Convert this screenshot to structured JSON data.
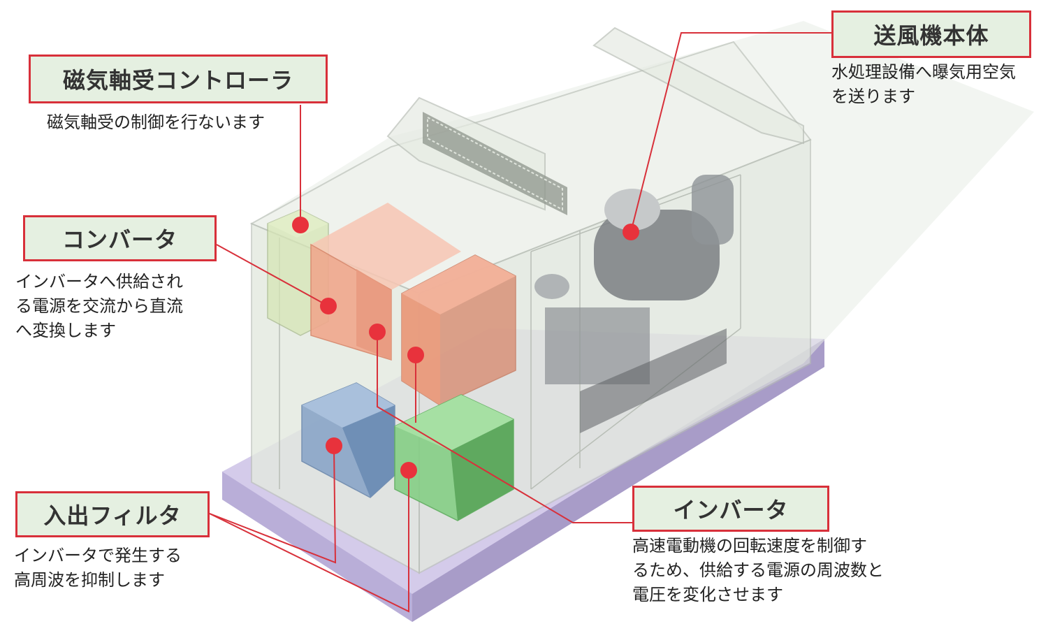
{
  "colors": {
    "accent": "#d8303a",
    "label_background": "#e5f0e1",
    "converter": "#f2a07f",
    "inverter_blue": "#7f9fc4",
    "inverter_green": "#7fcf7f",
    "controller": "#d6e6b5",
    "base_plate": "#c8bfe0"
  },
  "labels": {
    "controller": {
      "title": "磁気軸受コントローラ",
      "desc": [
        "磁気軸受の制御を行ないます"
      ]
    },
    "blower": {
      "title": "送風機本体",
      "desc": [
        "水処理設備へ曝気用空気",
        "を送ります"
      ]
    },
    "converter": {
      "title": "コンバータ",
      "desc": [
        "インバータへ供給され",
        "る電源を交流から直流",
        "へ変換します"
      ]
    },
    "filter": {
      "title": "入出フィルタ",
      "desc": [
        "インバータで発生する",
        "高周波を抑制します"
      ]
    },
    "inverter": {
      "title": "インバータ",
      "desc": [
        "高速電動機の回転速度を制御す",
        "るため、供給する電源の周波数と",
        "電圧を変化させます"
      ]
    }
  }
}
